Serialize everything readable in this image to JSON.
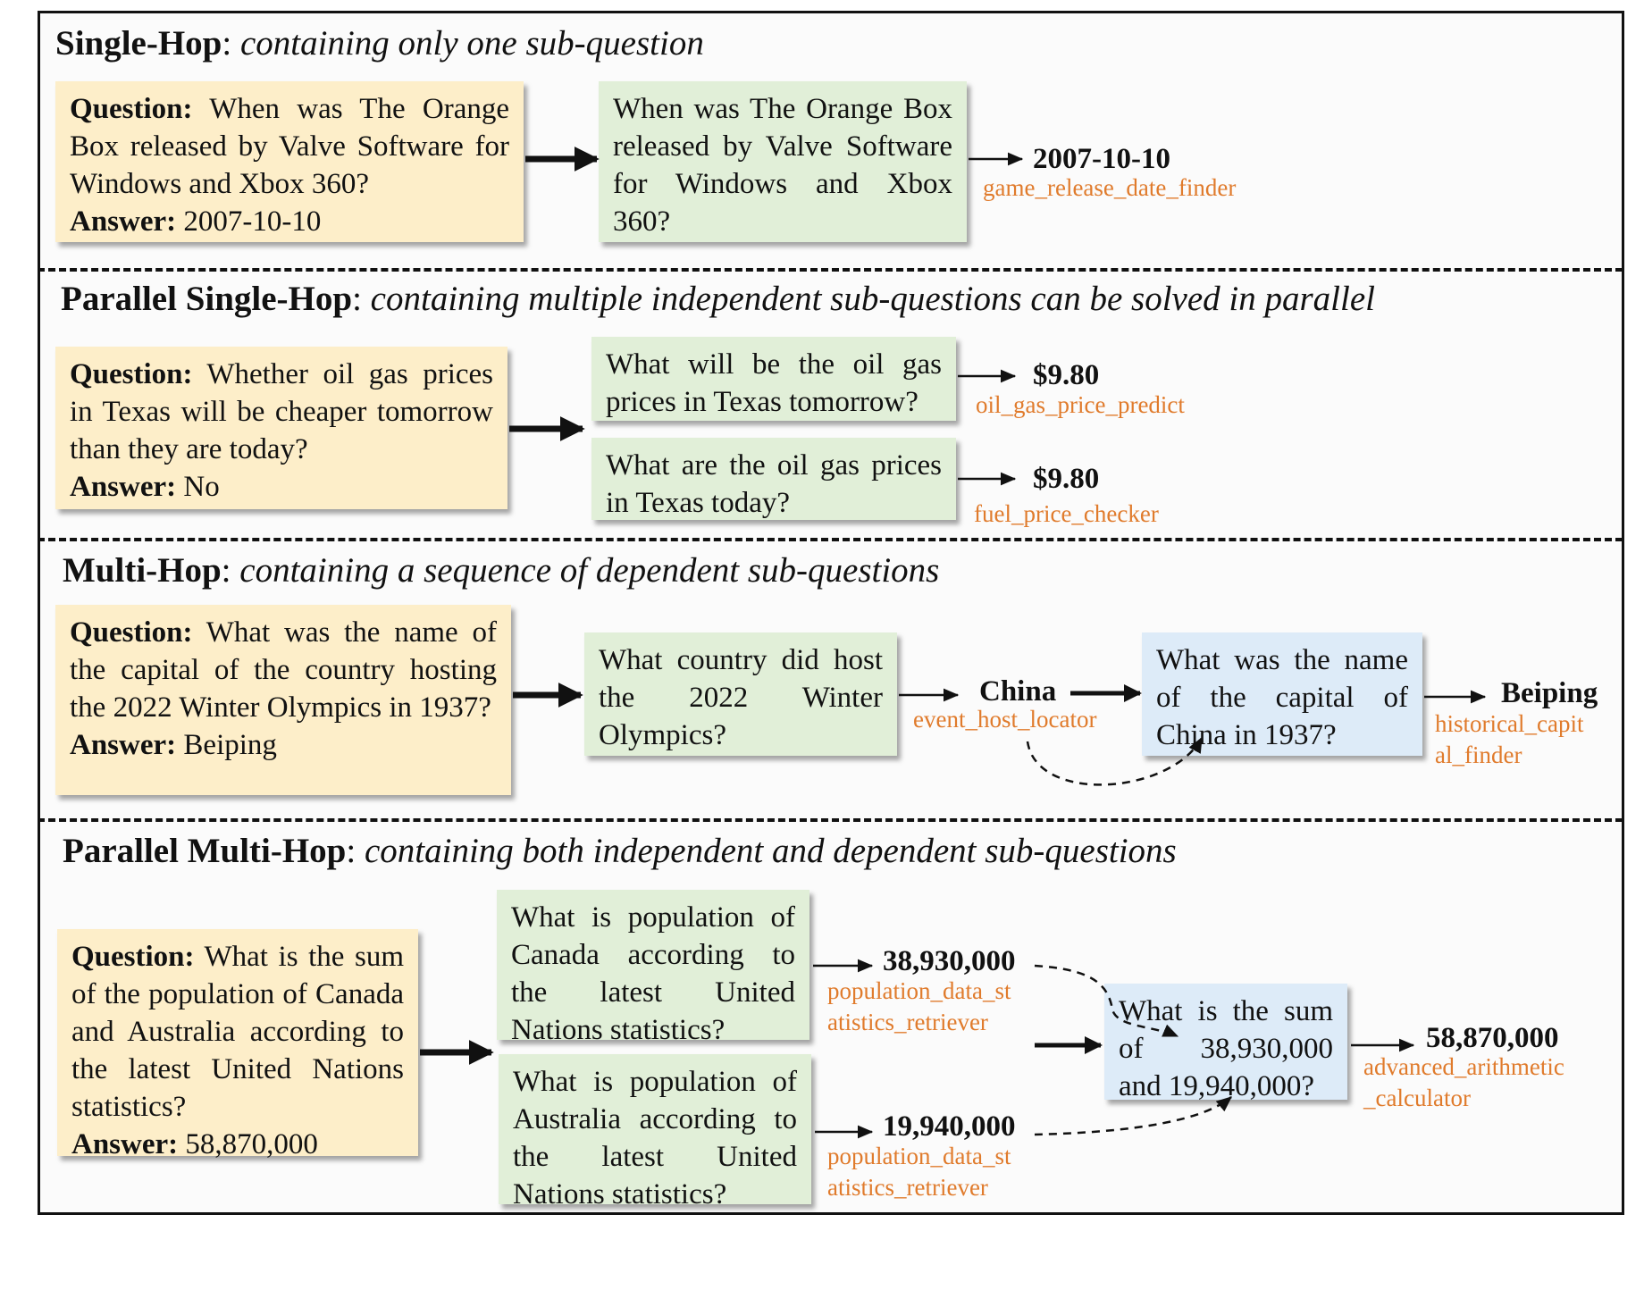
{
  "sections": {
    "single_hop": {
      "title": "Single-Hop",
      "desc": "containing only one sub-question",
      "question_label": "Question:",
      "question": "When was The Orange Box released by Valve Software for Windows and Xbox 360?",
      "answer_label": "Answer:",
      "answer": "2007-10-10",
      "sub1": {
        "text": "When was The Orange Box released by Valve Software for Windows and Xbox 360?",
        "result": "2007-10-10",
        "tool": "game_release_date_finder"
      }
    },
    "parallel_single_hop": {
      "title": "Parallel Single-Hop",
      "desc": "containing multiple independent sub-questions can be solved in parallel",
      "question_label": "Question:",
      "question": "Whether oil gas prices in Texas will be cheaper tomorrow than they are today?",
      "answer_label": "Answer:",
      "answer": "No",
      "sub1": {
        "text": "What will be the oil gas prices in Texas tomorrow?",
        "result": "$9.80",
        "tool": "oil_gas_price_predict"
      },
      "sub2": {
        "text": "What are the oil gas prices in Texas today?",
        "result": "$9.80",
        "tool": "fuel_price_checker"
      }
    },
    "multi_hop": {
      "title": "Multi-Hop",
      "desc": "containing a sequence of dependent sub-questions",
      "question_label": "Question:",
      "question": "What was the name of the capital of the country hosting the 2022 Winter Olympics in 1937?",
      "answer_label": "Answer:",
      "answer": "Beiping",
      "sub1": {
        "text": "What country did host the 2022 Winter Olympics?",
        "result": "China",
        "tool": "event_host_locator"
      },
      "sub2": {
        "text": "What was the name of the capital of China in 1937?",
        "result": "Beiping",
        "tool_line1": "historical_capit",
        "tool_line2": "al_finder"
      }
    },
    "parallel_multi_hop": {
      "title": "Parallel Multi-Hop",
      "desc": "containing both independent and dependent sub-questions",
      "question_label": "Question:",
      "question": "What is the sum of the population of Canada and Australia according to the latest United Nations statistics?",
      "answer_label": "Answer:",
      "answer": "58,870,000",
      "sub1": {
        "text": "What is population of Canada according to the latest United Nations statistics?",
        "result": "38,930,000",
        "tool_line1": "population_data_st",
        "tool_line2": "atistics_retriever"
      },
      "sub2": {
        "text": "What is population of Australia according to the latest United Nations statistics?",
        "result": "19,940,000",
        "tool_line1": "population_data_st",
        "tool_line2": "atistics_retriever"
      },
      "sub3": {
        "text": "What is the sum of 38,930,000 and 19,940,000?",
        "result": "58,870,000",
        "tool_line1": "advanced_arithmetic",
        "tool_line2": "_calculator"
      }
    }
  }
}
